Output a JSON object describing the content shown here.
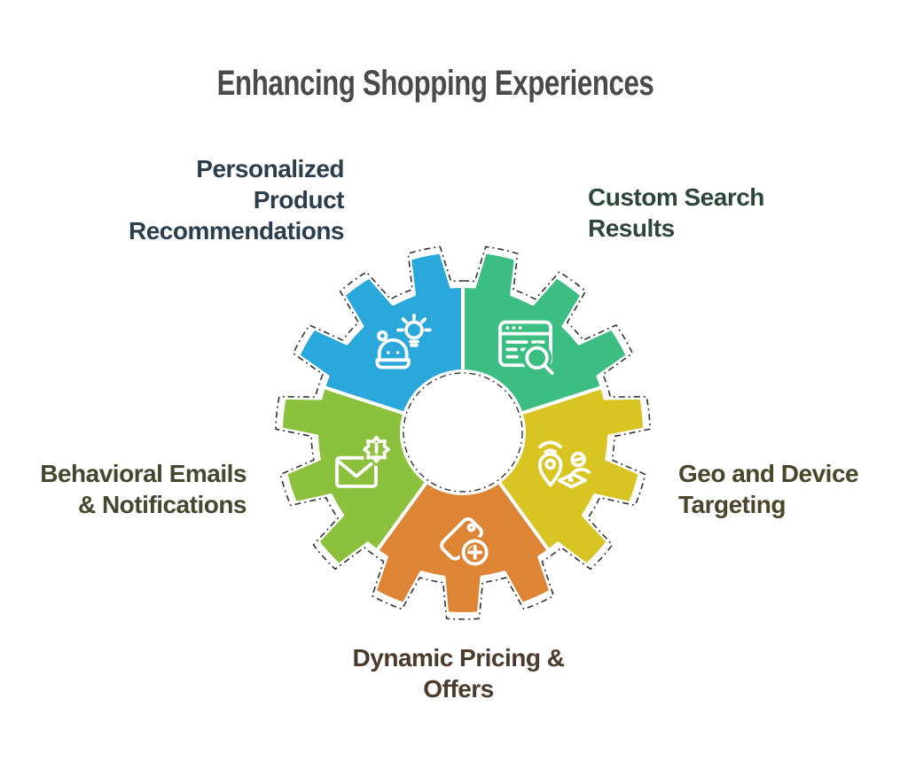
{
  "title": {
    "text": "Enhancing Shopping Experiences"
  },
  "colors": {
    "background": "#ffffff",
    "outline": "#333333",
    "title_text": "#4a4a4a",
    "hub_fill": "#ffffff",
    "separator": "#ffffff"
  },
  "segments": [
    {
      "name": "custom-search-results",
      "label": "Custom Search\nResults",
      "color": "#3cbd82",
      "text_color": "#2e4639",
      "icon": "browser-search-icon",
      "position": "top-right"
    },
    {
      "name": "geo-and-device-targeting",
      "label": "Geo and Device\nTargeting",
      "color": "#d8c422",
      "text_color": "#49462b",
      "icon": "geo-pin-device-icon",
      "position": "right"
    },
    {
      "name": "dynamic-pricing-offers",
      "label": "Dynamic Pricing &\nOffers",
      "color": "#dd8435",
      "text_color": "#4b3b2d",
      "icon": "price-tag-plus-icon",
      "position": "bottom"
    },
    {
      "name": "behavioral-emails-notifications",
      "label": "Behavioral Emails\n& Notifications",
      "color": "#8cc13d",
      "text_color": "#42492e",
      "icon": "mail-alert-icon",
      "position": "left"
    },
    {
      "name": "personalized-product-recommendations",
      "label": "Personalized\nProduct\nRecommendations",
      "color": "#2aa7db",
      "text_color": "#2c3e4b",
      "icon": "robot-lightbulb-icon",
      "position": "top-left"
    }
  ]
}
